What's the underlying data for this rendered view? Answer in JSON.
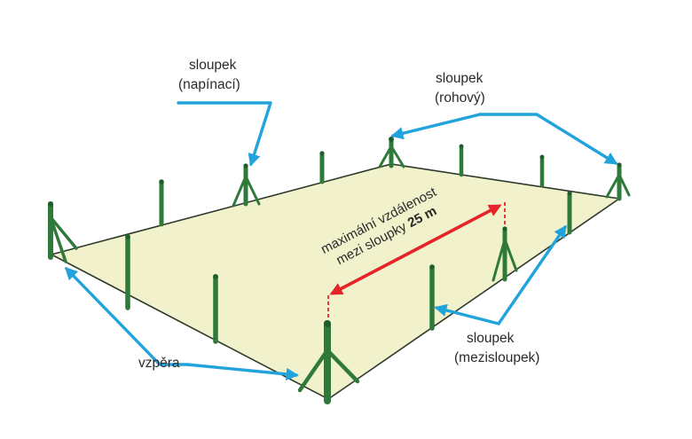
{
  "labels": {
    "tension_post": {
      "line1": "sloupek",
      "line2": "(napínací)"
    },
    "corner_post": {
      "line1": "sloupek",
      "line2": "(rohový)"
    },
    "intermediate_post": {
      "line1": "sloupek",
      "line2": "(mezisloupek)"
    },
    "brace": "vzpěra"
  },
  "dimension": {
    "line1": "maximální vzdálenost",
    "line2_prefix": "mezi sloupky",
    "line2_value": "25 m"
  },
  "colors": {
    "ground": "#f1f1cb",
    "ground_edge": "#2c3a2c",
    "post": "#2f7a3a",
    "post_dark": "#1f5d2b",
    "arrow_blue": "#21a3dc",
    "dimension_red": "#e52429",
    "text": "#2a2a2a"
  },
  "icons": {
    "leader_arrow": "blue-arrow-icon",
    "dimension_arrow": "red-double-arrow-icon"
  }
}
